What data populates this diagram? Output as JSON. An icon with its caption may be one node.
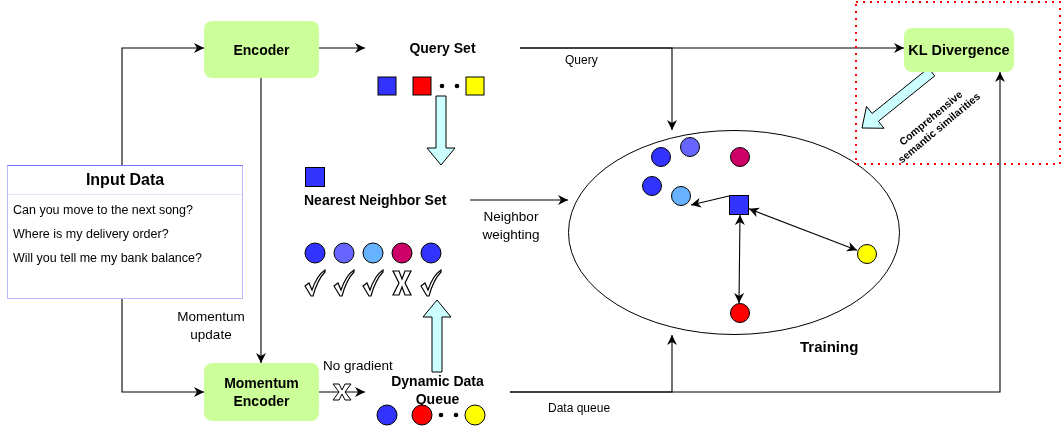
{
  "diagram": {
    "nodes": [
      {
        "text": [
          "Input Data",
          "Can you move to the next song?",
          "Where is my delivery order?",
          "Will you tell me my bank balance?"
        ]
      },
      {
        "text": [
          "Encoder"
        ]
      },
      {
        "text": [
          "Query Set"
        ]
      },
      {
        "text": [
          "Nearest Neighbor Set"
        ]
      },
      {
        "text": [
          "Momentum Encoder"
        ]
      },
      {
        "text": [
          "Dynamic Data Queue"
        ]
      },
      {
        "text": [],
        "shape": "ellipse",
        "beside": [
          "Training"
        ]
      },
      {
        "text": [],
        "shape": "box"
      },
      {
        "text": [
          "KL Divergence"
        ],
        "in": 7
      },
      {
        "text": [],
        "shape": "circle",
        "in": 6
      },
      {
        "text": [],
        "shape": "circle",
        "in": 6
      },
      {
        "text": [],
        "shape": "circle",
        "in": 6
      },
      {
        "text": [],
        "shape": "circle",
        "in": 6
      },
      {
        "text": [],
        "shape": "box",
        "in": 6
      },
      {
        "text": [],
        "shape": "circle",
        "in": 6
      },
      {
        "text": [],
        "shape": "circle",
        "in": 6
      },
      {
        "text": [],
        "shape": "circle",
        "in": 6
      }
    ],
    "edges": [
      {
        "from": 0,
        "to": 1,
        "arrow": "to"
      },
      {
        "from": 0,
        "to": 4,
        "arrow": "to"
      },
      {
        "from": 1,
        "to": 2,
        "arrow": "to"
      },
      {
        "from": 1,
        "to": 4,
        "arrow": "to",
        "label": "Momentum update"
      },
      {
        "from": 4,
        "to": 5,
        "arrow": "to",
        "label": "No gradient"
      },
      {
        "from": 2,
        "to": 8,
        "arrow": "to",
        "label": "Query"
      },
      {
        "from": 2,
        "to": 6,
        "arrow": "to"
      },
      {
        "from": 3,
        "to": 6,
        "arrow": "to",
        "label": "Neighbor weighting"
      },
      {
        "from": 5,
        "to": 6,
        "arrow": "to",
        "label": "Data queue"
      },
      {
        "from": 5,
        "to": 8,
        "arrow": "to"
      },
      {
        "from": 2,
        "to": 3,
        "arrow": "to",
        "style": "thick",
        "color": "#ccffff"
      },
      {
        "from": 5,
        "to": 3,
        "arrow": "to",
        "style": "thick",
        "color": "#ccffff"
      },
      {
        "from": 8,
        "to": null,
        "arrow": "to",
        "style": "thick",
        "color": "#ccffff",
        "label": "Comprehensive semantic similarities"
      },
      {
        "from": 13,
        "to": 11,
        "arrow": "to"
      },
      {
        "from": 13,
        "to": 16,
        "arrow": "both"
      },
      {
        "from": 13,
        "to": 15,
        "arrow": "both"
      }
    ]
  }
}
